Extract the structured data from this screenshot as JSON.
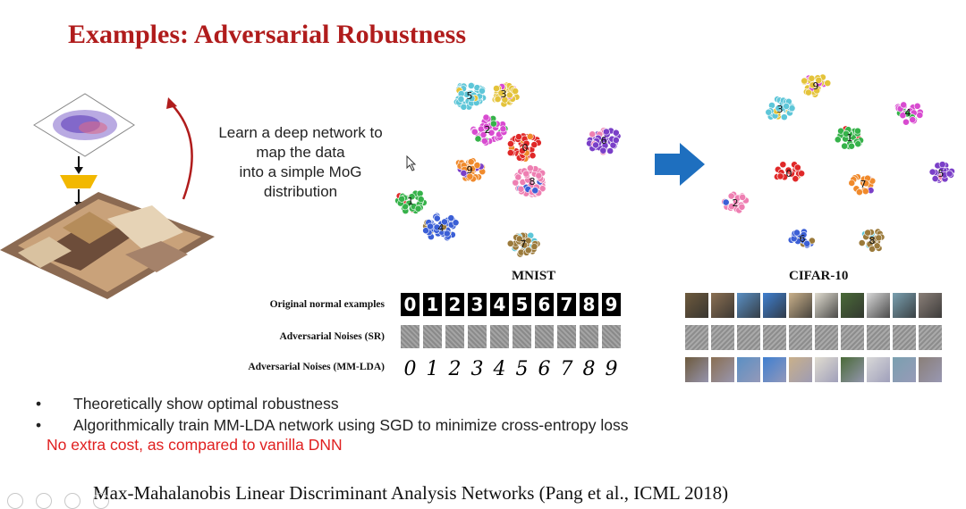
{
  "slide": {
    "title": "Examples: Adversarial Robustness",
    "intro_lines": [
      "Learn a deep network to",
      "map the data",
      "into a simple MoG",
      "distribution"
    ],
    "datasets": {
      "left": "MNIST",
      "right": "CIFAR-10"
    },
    "row_labels": [
      "Original normal examples",
      "Adversarial Noises (SR)",
      "Adversarial Noises (MM-LDA)"
    ],
    "mnist_digits": [
      "0",
      "1",
      "2",
      "3",
      "4",
      "5",
      "6",
      "7",
      "8",
      "9"
    ],
    "cluster_labels": [
      "5",
      "3",
      "2",
      "1",
      "0",
      "9",
      "6",
      "8",
      "4",
      "7"
    ],
    "cifar_cluster_labels": [
      "3",
      "9",
      "4",
      "1",
      "0",
      "7",
      "5",
      "2",
      "6",
      "8"
    ],
    "bullets": [
      "Theoretically show optimal robustness",
      "Algorithmically train MM-LDA network using SGD to minimize cross-entropy loss"
    ],
    "note": "No extra cost, as compared to vanilla DNN",
    "citation": "Max-Mahalanobis Linear Discriminant Analysis Networks (Pang et al., ICML 2018)"
  },
  "colors": {
    "title": "#b01c1c",
    "note": "#e02020",
    "arrow": "#1e6fbf",
    "funnel": "#f2b800",
    "curve_arrow": "#b01c1c"
  },
  "icons": [
    "cursor-icon",
    "arrow-right-icon",
    "funnel-icon",
    "curved-arrow-icon"
  ]
}
